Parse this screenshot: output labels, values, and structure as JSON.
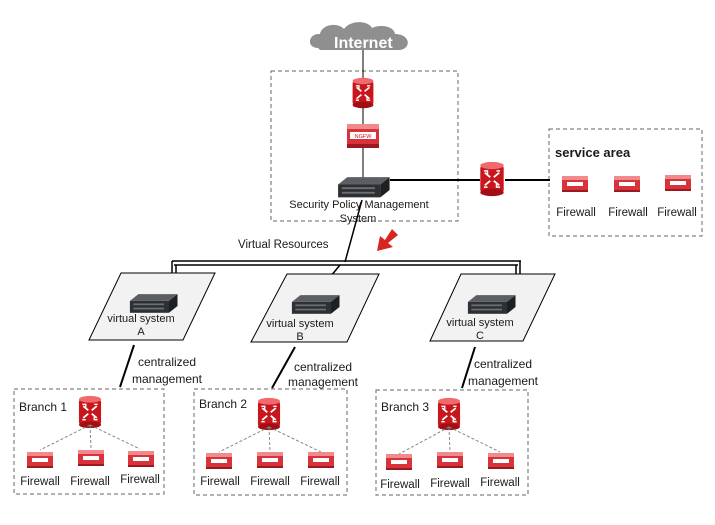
{
  "internet_label": "Internet",
  "core": {
    "firewall_badge": "NGFW",
    "management_label_line1": "Security Policy Management",
    "management_label_line2": "System"
  },
  "service_area": {
    "title": "service area",
    "firewalls": [
      "Firewall",
      "Firewall",
      "Firewall"
    ]
  },
  "virtual_resources_label": "Virtual Resources",
  "virtual_systems": [
    {
      "line1": "virtual system",
      "line2": "A"
    },
    {
      "line1": "virtual system",
      "line2": "B"
    },
    {
      "line1": "virtual system",
      "line2": "C"
    }
  ],
  "centralized_management": {
    "line1": "centralized",
    "line2": "management"
  },
  "branches": [
    {
      "title": "Branch 1",
      "firewalls": [
        "Firewall",
        "Firewall",
        "Firewall"
      ]
    },
    {
      "title": "Branch 2",
      "firewalls": [
        "Firewall",
        "Firewall",
        "Firewall"
      ]
    },
    {
      "title": "Branch 3",
      "firewalls": [
        "Firewall",
        "Firewall",
        "Firewall"
      ]
    }
  ],
  "colors": {
    "router_red": "#e0262b",
    "firewall_red": "#d8323a",
    "cloud_gray": "#8f8f8f",
    "server_dark": "#2e3133",
    "arrow_red": "#d7261e"
  }
}
